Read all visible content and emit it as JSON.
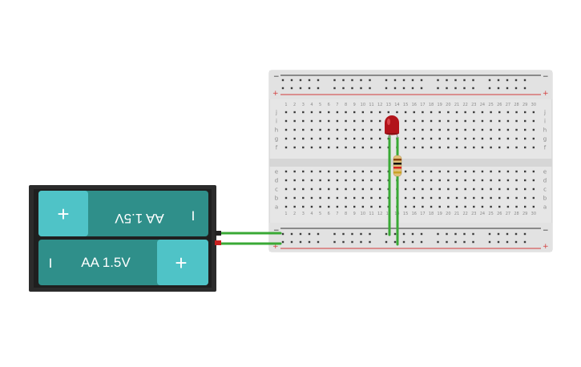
{
  "battery_pack": {
    "cells": [
      {
        "label": "AA 1.5V",
        "plus": "+",
        "minus": "I",
        "orientation": "flipped"
      },
      {
        "label": "AA 1.5V",
        "plus": "+",
        "minus": "I",
        "orientation": "normal"
      }
    ],
    "colors": {
      "case": "#2b2b2b",
      "cell": "#2f8f8a",
      "cap": "#4fc3c7"
    }
  },
  "breadboard": {
    "columns": 30,
    "row_letters_top": [
      "j",
      "i",
      "h",
      "g",
      "f"
    ],
    "row_letters_bottom": [
      "e",
      "d",
      "c",
      "b",
      "a"
    ],
    "rail_minus": "−",
    "rail_plus": "+",
    "colors": {
      "board": "#e6e6e6",
      "hole": "#3a3a3a",
      "rail_red": "#d23b3b",
      "rail_black": "#333333"
    }
  },
  "components": {
    "led": {
      "name": "red-led",
      "color": "#b2141b"
    },
    "resistor": {
      "name": "resistor",
      "body": "#e1c17a",
      "bands": [
        "#8b4513",
        "#111111",
        "#d62020",
        "#c9a227"
      ]
    }
  },
  "wires": {
    "color": "#39a935"
  }
}
